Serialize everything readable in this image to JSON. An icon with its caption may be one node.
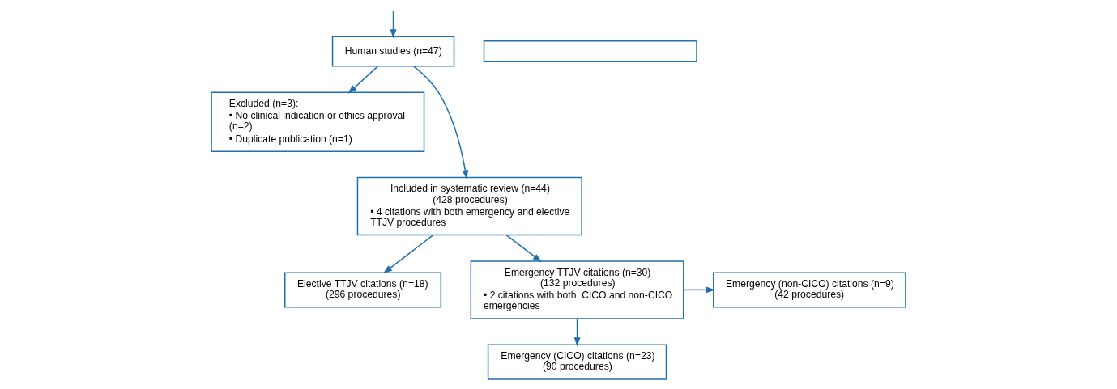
{
  "diagram": {
    "nodes": [
      {
        "text": [],
        "shape": "box"
      },
      {
        "text": [
          "Human studies (n=47)"
        ]
      },
      {
        "text": [
          "Excluded (n=3):",
          "• No clinical indication or ethics approval (n=2)",
          "• Duplicate publication (n=1)"
        ]
      },
      {
        "text": [
          "Included in systematic review (n=44) (428 procedures)",
          "• 4 citations with both emergency and elective TTJV procedures"
        ]
      },
      {
        "text": [
          "Elective TTJV citations (n=18) (296 procedures)"
        ]
      },
      {
        "text": [
          "Emergency TTJV citations (n=30) (132 procedures)",
          "• 2 citations with both  CICO and non-CICO emergencies"
        ]
      },
      {
        "text": [
          "Emergency (non-CICO) citations (n=9) (42 procedures)"
        ]
      },
      {
        "text": [
          "Emergency (CICO) citations (n=23) (90 procedures)"
        ]
      }
    ],
    "edges": [
      {
        "from": null,
        "to": 1,
        "arrow": "to"
      },
      {
        "from": 1,
        "to": 2,
        "arrow": "to"
      },
      {
        "from": 1,
        "to": 3,
        "arrow": "to"
      },
      {
        "from": 3,
        "to": 4,
        "arrow": "to"
      },
      {
        "from": 3,
        "to": 5,
        "arrow": "to"
      },
      {
        "from": 5,
        "to": 6,
        "arrow": "to"
      },
      {
        "from": 5,
        "to": 7,
        "arrow": "to"
      }
    ]
  }
}
